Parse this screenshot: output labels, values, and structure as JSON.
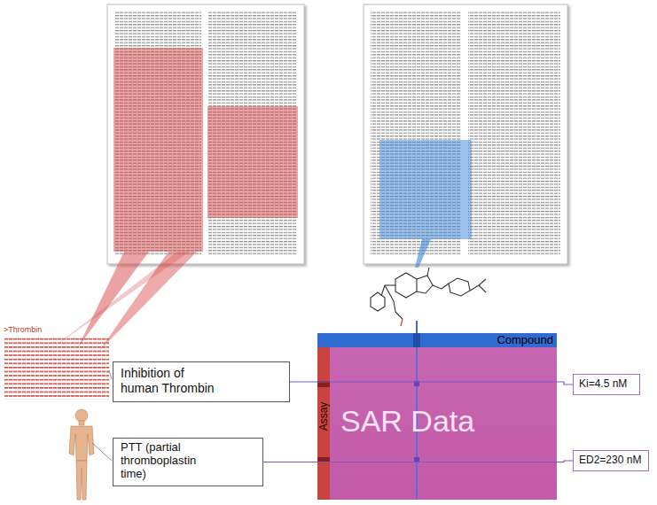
{
  "diagram": {
    "nodes": [
      {
        "text": [
          "SAR Data"
        ]
      },
      {
        "text": [
          "Compound"
        ],
        "in": 0
      },
      {
        "text": [
          "Assay"
        ],
        "in": 0
      },
      {
        "text": [
          "Inhibition of human Thrombin"
        ]
      },
      {
        "text": [
          "PTT (partial thromboplastin time)"
        ]
      },
      {
        "text": [
          "Ki=4.5 nM"
        ]
      },
      {
        "text": [
          "ED2=230 nM"
        ]
      }
    ],
    "edges": [
      {
        "from": 3,
        "to": 5,
        "arrow": "none"
      },
      {
        "from": 4,
        "to": 6,
        "arrow": "none"
      }
    ],
    "labels": [
      ">Thrombin"
    ]
  }
}
